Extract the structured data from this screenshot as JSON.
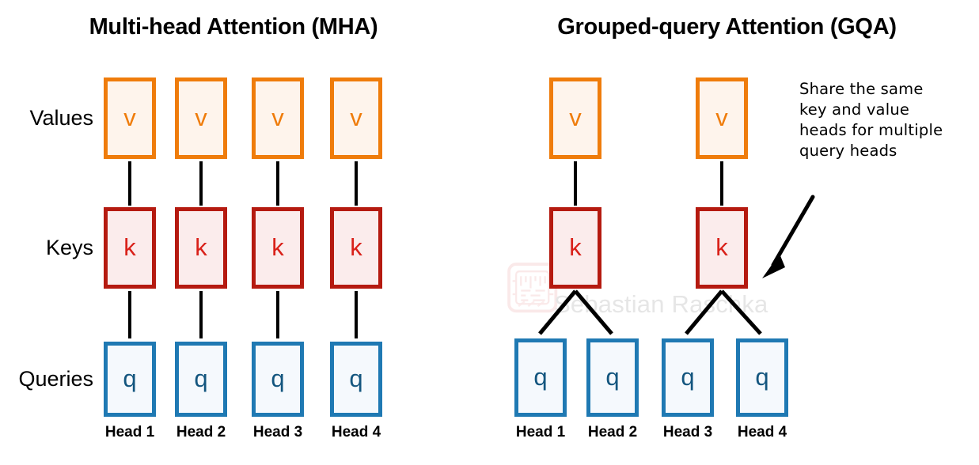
{
  "panels": {
    "left": {
      "title": "Multi-head Attention (MHA)"
    },
    "right": {
      "title": "Grouped-query Attention (GQA)"
    }
  },
  "row_labels": {
    "values": "Values",
    "keys": "Keys",
    "queries": "Queries"
  },
  "glyphs": {
    "value": "v",
    "key": "k",
    "query": "q"
  },
  "head_labels": [
    "Head 1",
    "Head 2",
    "Head 3",
    "Head 4"
  ],
  "annotation": {
    "lines": [
      "Share the same",
      "key and value",
      "heads for multiple",
      "query heads"
    ]
  },
  "watermark": {
    "text": "Sebastian Raschka",
    "logo_icon": "circuit-chip-icon"
  },
  "colors": {
    "value_border": "#EF7C0B",
    "value_fill": "#FEF4EC",
    "value_text": "#EF7C0B",
    "key_border": "#B51A10",
    "key_fill": "#FBECEC",
    "key_text": "#D9211A",
    "query_border": "#1F79B3",
    "query_fill": "#F5F9FD",
    "query_text": "#14567F",
    "connector": "#000000",
    "title_text": "#000000",
    "watermark_text": "#E6E6E6",
    "watermark_logo": "#F6CFCF"
  },
  "diagram_data": {
    "type": "diagram",
    "mha": {
      "num_value_heads": 4,
      "num_key_heads": 4,
      "num_query_heads": 4,
      "mapping": "one-to-one"
    },
    "gqa": {
      "num_value_heads": 2,
      "num_key_heads": 2,
      "num_query_heads": 4,
      "group_size": 2,
      "mapping": "one key/value head shared by two query heads"
    }
  }
}
